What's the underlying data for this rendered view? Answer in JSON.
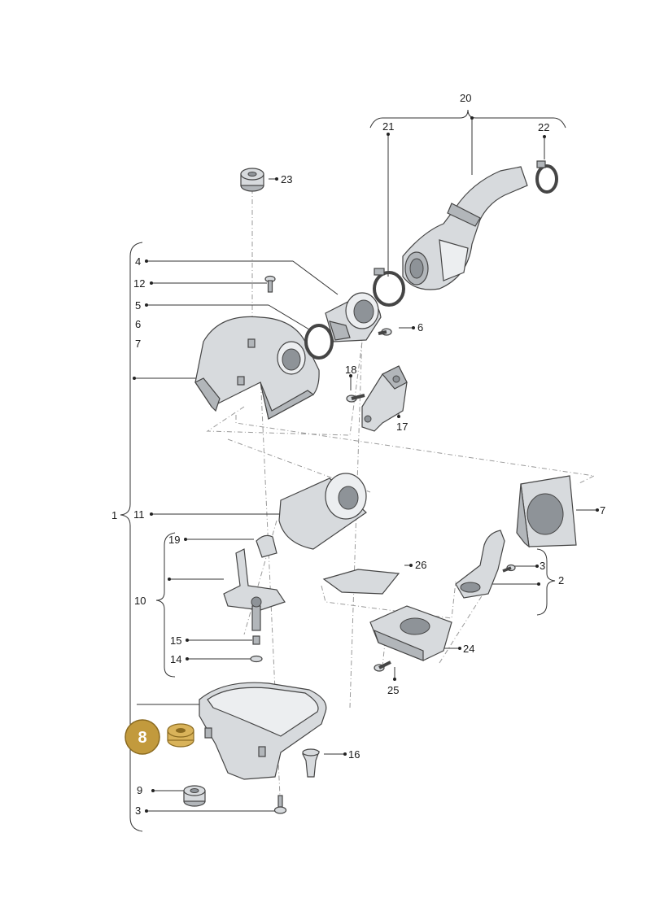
{
  "colors": {
    "badge": "#c29a3d",
    "highlight_part": "#d9b35a",
    "part_fill": "#d7dadd",
    "line": "#333333"
  },
  "labels": {
    "l1": "1",
    "l2": "2",
    "l3a": "3",
    "l3b": "3",
    "l4": "4",
    "l5": "5",
    "l6a": "6",
    "l6b": "6",
    "l7a": "7",
    "l7b": "7",
    "l9": "9",
    "l10": "10",
    "l11": "11",
    "l12": "12",
    "l14": "14",
    "l15": "15",
    "l16": "16",
    "l17": "17",
    "l18": "18",
    "l19": "19",
    "l20": "20",
    "l21": "21",
    "l22": "22",
    "l23": "23",
    "l24": "24",
    "l25": "25",
    "l26": "26"
  },
  "badge": {
    "number": "8"
  }
}
